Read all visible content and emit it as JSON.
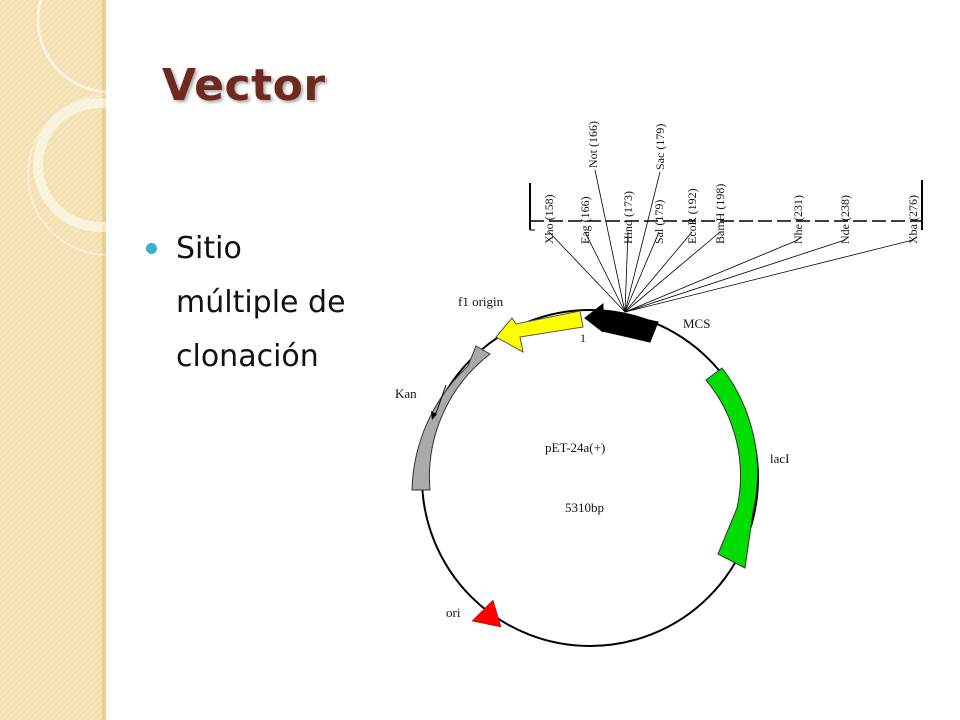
{
  "slide": {
    "title": "Vector",
    "bullet": "Sitio múltiple de clonación"
  },
  "plasmid": {
    "name": "pET-24a(+)",
    "size": "5310bp",
    "features": {
      "f1": "f1 origin",
      "mcs": "MCS",
      "lacI": "lacI",
      "kan": "Kan",
      "ori": "ori",
      "start": "1"
    },
    "restriction_sites": [
      "Xho (158)",
      "Eag (166)",
      "Not (166)",
      "Hind (173)",
      "Sal (179)",
      "Sac (179)",
      "EcoR (192)",
      "BamH (198)",
      "Nhe (231)",
      "Nde (238)",
      "Xba (276)"
    ]
  },
  "colors": {
    "title": "#6e2a1e",
    "bullet": "#3aaecb",
    "f1_origin": "#ffff00",
    "mcs": "#000000",
    "lacI": "#00dd00",
    "kan": "#aaaaaa",
    "ori": "#ff0000"
  }
}
